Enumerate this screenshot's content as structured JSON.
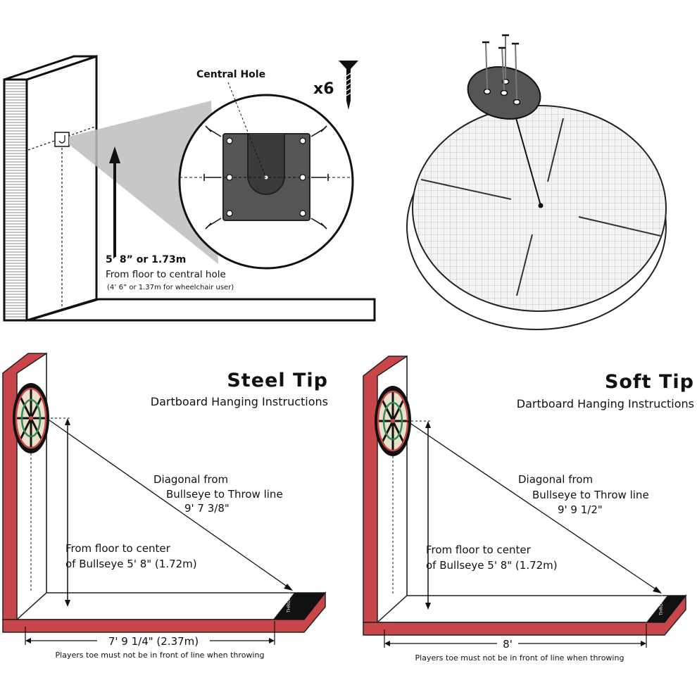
{
  "top_left": {
    "central_hole_label": "Central Hole",
    "screw_count": "x6",
    "height_main": "5’ 8” or 1.73m",
    "height_desc": "From floor to central hole",
    "height_wheelchair": "(4’ 6” or 1.37m for wheelchair user)"
  },
  "steel_tip": {
    "title": "Steel Tip",
    "subtitle": "Dartboard Hanging Instructions",
    "diagonal_line1": "Diagonal from",
    "diagonal_line2": "Bullseye to Throw line",
    "diagonal_value": "9' 7 3/8\"",
    "floor_line1": "From floor to center",
    "floor_line2": "of Bullseye  5' 8\" (1.72m)",
    "distance": "7' 9 1/4\" (2.37m)",
    "note": "Players toe must not be in front of line when throwing",
    "throw_line_label": "THROW LINE"
  },
  "soft_tip": {
    "title": "Soft Tip",
    "subtitle": "Dartboard Hanging Instructions",
    "diagonal_line1": "Diagonal from",
    "diagonal_line2": "Bullseye to Throw line",
    "diagonal_value": "9' 9 1/2\"",
    "floor_line1": "From floor to center",
    "floor_line2": "of Bullseye  5' 8\" (1.72m)",
    "distance": "8'",
    "note": "Players toe must not be in front of line when throwing",
    "throw_line_label": "THROW LINE"
  },
  "colors": {
    "wall_red": "#c8464a",
    "plate_gray": "#555555",
    "board_light": "#ececec"
  }
}
